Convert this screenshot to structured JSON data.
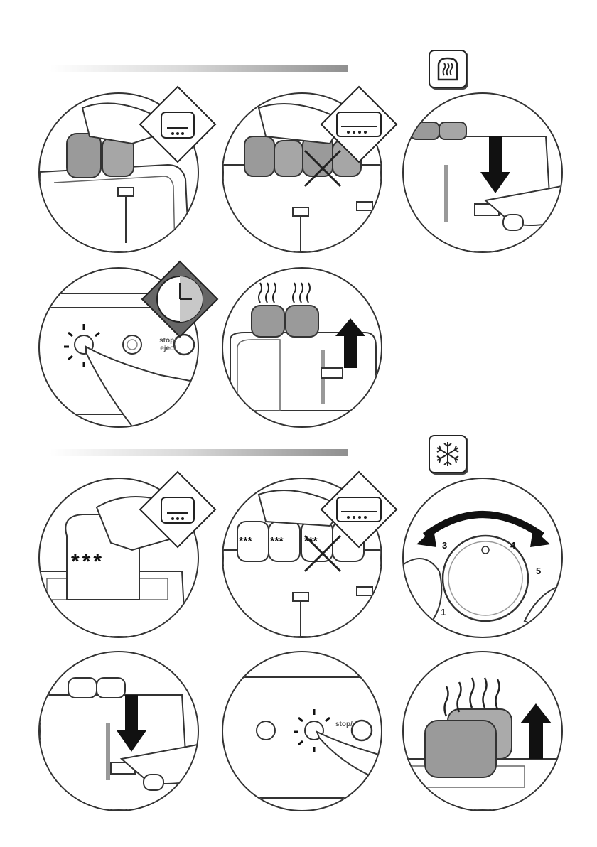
{
  "panel_2d": {
    "button_label": "stop/ eject"
  },
  "panel_4a": {
    "star_text": "***"
  },
  "panel_4b": {
    "star_text": "***"
  },
  "panel_4c": {
    "dial_numbers": [
      "3",
      "4",
      "5",
      "1"
    ]
  },
  "panel_5b": {
    "button_label": "stop/"
  }
}
